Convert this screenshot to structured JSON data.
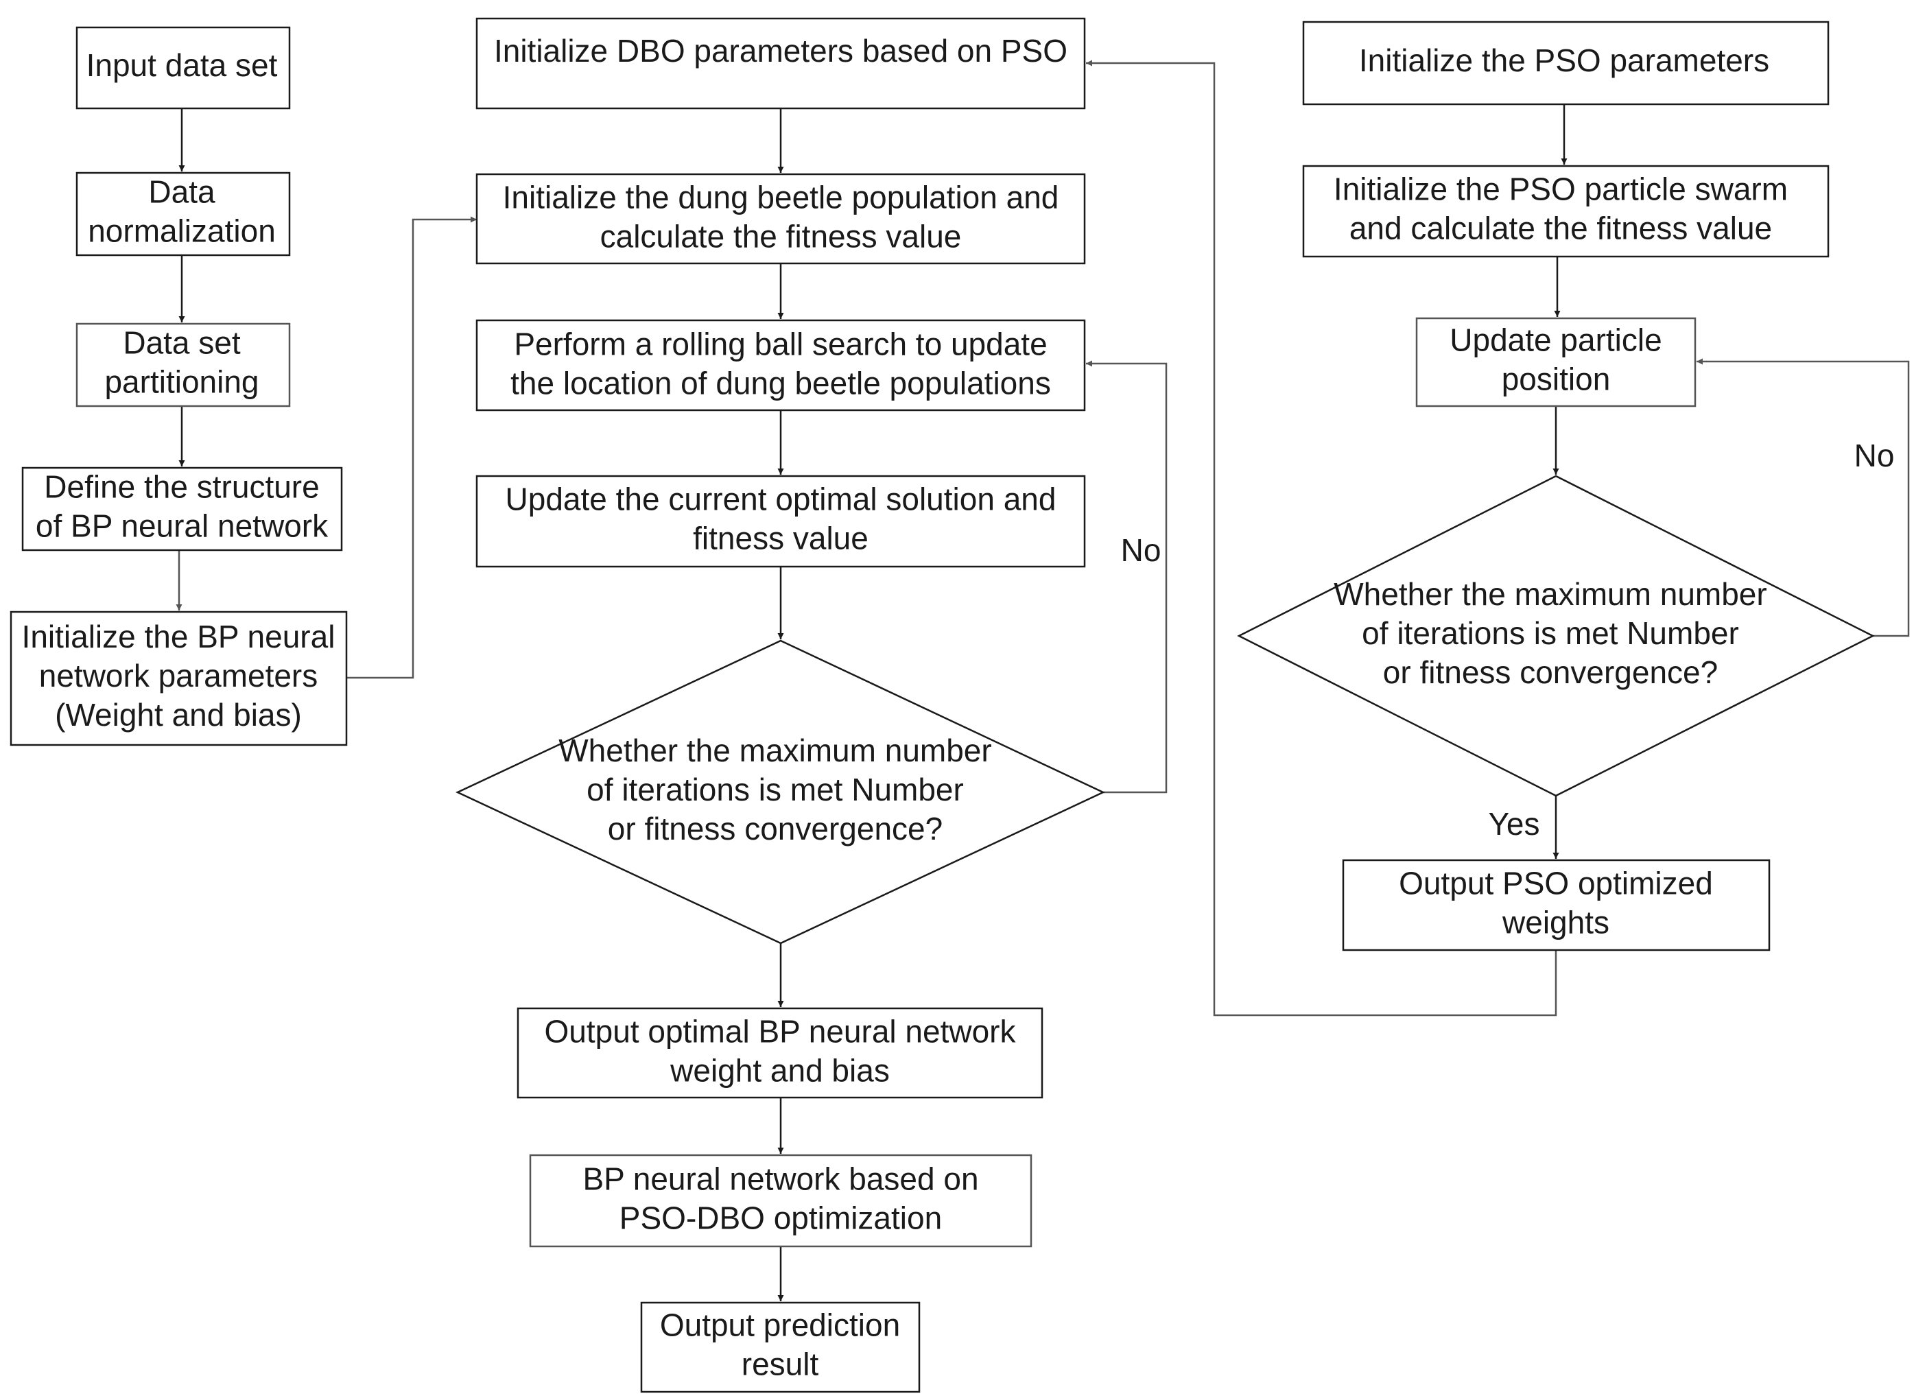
{
  "nodes": {
    "input": [
      "Input data set"
    ],
    "normalize": [
      "Data",
      "normalization"
    ],
    "partition": [
      "Data set",
      "partitioning"
    ],
    "define_bp": [
      "Define the structure",
      "of BP neural network"
    ],
    "init_bp": [
      "Initialize the BP neural",
      "network parameters",
      "(Weight and bias)"
    ],
    "init_dbo": [
      "Initialize DBO parameters based on PSO"
    ],
    "init_beetle": [
      "Initialize the dung beetle population and",
      "calculate the fitness value"
    ],
    "rolling": [
      "Perform a rolling ball search to update",
      "the location of dung beetle populations"
    ],
    "update_opt": [
      "Update the current optimal solution and",
      "fitness value"
    ],
    "dbo_check": [
      "Whether the maximum number",
      "of iterations is met Number",
      "or fitness convergence?"
    ],
    "output_bp": [
      "Output optimal BP neural network",
      "weight and bias"
    ],
    "bp_psodbo": [
      "BP neural network based on",
      "PSO-DBO optimization"
    ],
    "output_pred": [
      "Output prediction",
      "result"
    ],
    "init_pso": [
      "Initialize the PSO parameters"
    ],
    "init_swarm": [
      "Initialize the PSO particle swarm",
      "and calculate the fitness value"
    ],
    "update_pos": [
      "Update particle",
      "position"
    ],
    "pso_check": [
      "Whether the maximum number",
      "of iterations is met Number",
      "or fitness convergence?"
    ],
    "output_pso": [
      "Output PSO optimized",
      "weights"
    ]
  },
  "edge_labels": {
    "dbo_no": "No",
    "pso_no": "No",
    "pso_yes": "Yes"
  }
}
